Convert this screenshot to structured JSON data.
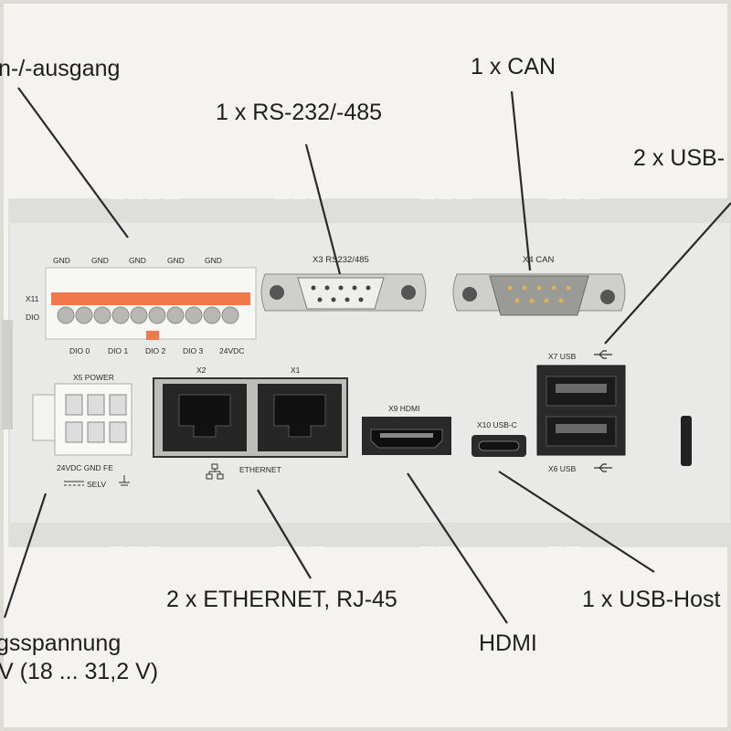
{
  "callouts": {
    "dio": "n-/-ausgang",
    "rs232": "1 x RS-232/-485",
    "can": "1 x CAN",
    "usb": "2 x USB-",
    "ethernet": "2 x ETHERNET, RJ-45",
    "hdmi": "HDMI",
    "usb_host": "1 x USB-Host",
    "supply_line1": "gsspannung",
    "supply_line2": "V (18 ... 31,2 V)"
  },
  "device": {
    "terminal_top_labels": [
      "GND",
      "GND",
      "GND",
      "GND",
      "GND"
    ],
    "terminal_bottom_labels": [
      "DIO 0",
      "DIO 1",
      "DIO 2",
      "DIO 3",
      "24VDC"
    ],
    "terminal_side_labels": [
      "X11",
      "DIO"
    ],
    "rs232_port_label": "X3 RS232/485",
    "can_port_label": "X4 CAN",
    "usb_x7_label": "X7 USB",
    "usb_x6_label": "X6 USB",
    "power_header_label": "X5 POWER",
    "power_pin_labels": "24VDC GND FE",
    "selv_label": "SELV",
    "eth_x2_label": "X2",
    "eth_x1_label": "X1",
    "ethernet_label": "ETHERNET",
    "hdmi_port_label": "X9 HDMI",
    "usbc_port_label": "X10 USB-C"
  },
  "colors": {
    "background": "#f4f3ef",
    "housing": "#e9e9e7",
    "terminal_orange": "#f0784a",
    "port_dark": "#2a2a2a"
  }
}
